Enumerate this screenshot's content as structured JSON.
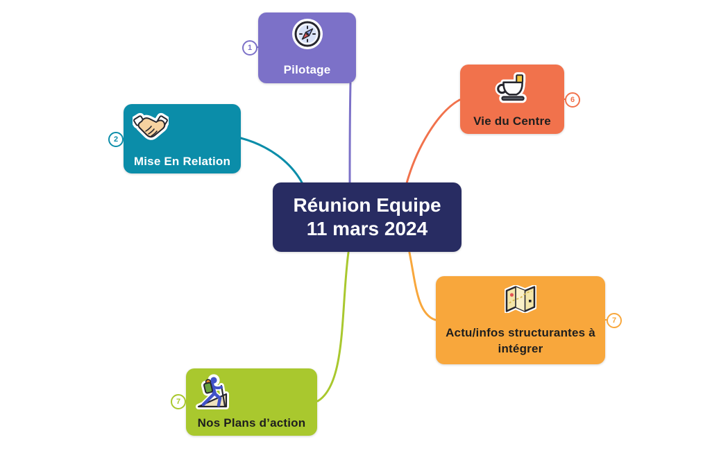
{
  "app": {
    "background": "#ffffff"
  },
  "central": {
    "label_line1": "Réunion Equipe",
    "label_line2": "11 mars 2024",
    "color": "#282c62",
    "text_color": "#ffffff"
  },
  "nodes": {
    "pilotage": {
      "label": "Pilotage",
      "badge": "1",
      "color": "#7c71c8",
      "text_color": "#ffffff",
      "icon": "compass-icon"
    },
    "mise_en_relation": {
      "label": "Mise En Relation",
      "badge": "2",
      "color": "#0b8da9",
      "text_color": "#ffffff",
      "icon": "handshake-icon"
    },
    "vie_du_centre": {
      "label": "Vie du Centre",
      "badge": "6",
      "color": "#f1724c",
      "text_color": "#1e1e1e",
      "icon": "teacup-icon"
    },
    "actu_infos": {
      "label": "Actu/infos structurantes à intégrer",
      "badge": "7",
      "color": "#f8a73c",
      "text_color": "#1e1e1e",
      "icon": "map-icon"
    },
    "nos_plans": {
      "label": "Nos Plans d’action",
      "badge": "7",
      "color": "#a9c82e",
      "text_color": "#1e1e1e",
      "icon": "hiker-icon"
    }
  }
}
